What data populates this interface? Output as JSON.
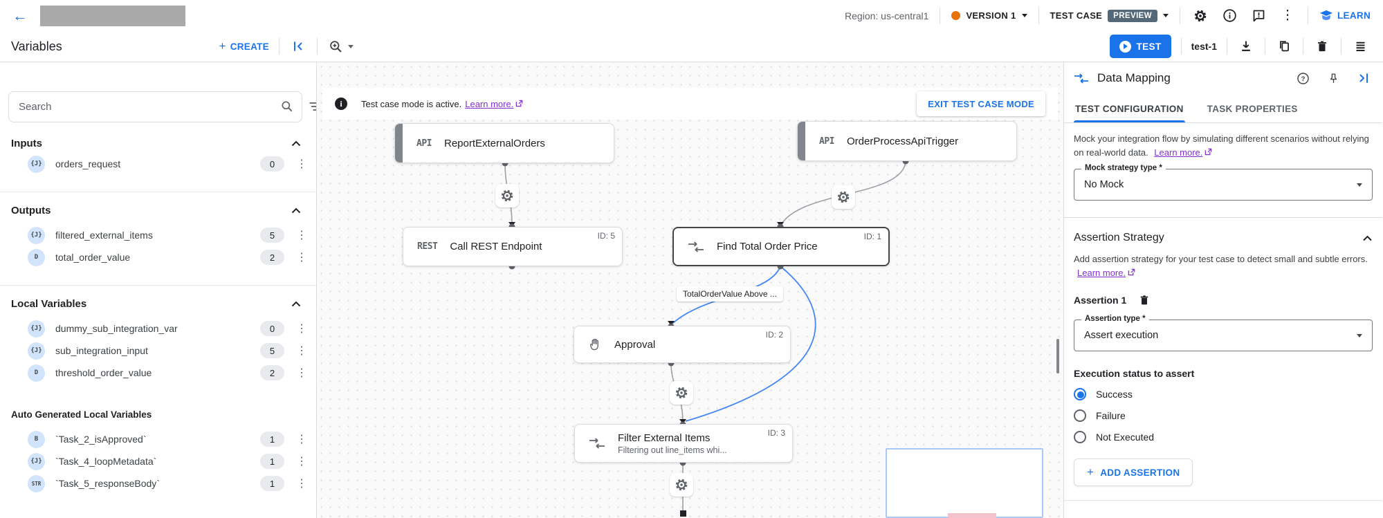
{
  "colors": {
    "accent": "#1a73e8",
    "link_purple": "#8430ce",
    "preview_badge_bg": "#546878",
    "version_dot": "#e8710a"
  },
  "topbar": {
    "region": "Region: us-central1",
    "version": "VERSION 1",
    "test_case": "TEST CASE",
    "preview": "PREVIEW",
    "learn": "LEARN"
  },
  "toolbar": {
    "title": "Variables",
    "create": "CREATE",
    "test": "TEST",
    "test_name": "test-1"
  },
  "sidebar": {
    "search_placeholder": "Search",
    "sections": [
      {
        "title": "Inputs",
        "items": [
          {
            "icon": "{J}",
            "name": "orders_request",
            "count": "0"
          }
        ]
      },
      {
        "title": "Outputs",
        "items": [
          {
            "icon": "{J}",
            "name": "filtered_external_items",
            "count": "5"
          },
          {
            "icon": "D",
            "name": "total_order_value",
            "count": "2"
          }
        ]
      },
      {
        "title": "Local Variables",
        "items": [
          {
            "icon": "{J}",
            "name": "dummy_sub_integration_var",
            "count": "0"
          },
          {
            "icon": "{J}",
            "name": "sub_integration_input",
            "count": "5"
          },
          {
            "icon": "D",
            "name": "threshold_order_value",
            "count": "2"
          }
        ]
      },
      {
        "title": "Auto Generated Local Variables",
        "items": [
          {
            "icon": "B",
            "name": "`Task_2_isApproved`",
            "count": "1"
          },
          {
            "icon": "{J}",
            "name": "`Task_4_loopMetadata`",
            "count": "1"
          },
          {
            "icon": "STR",
            "name": "`Task_5_responseBody`",
            "count": "1"
          }
        ]
      }
    ]
  },
  "canvas": {
    "banner": {
      "message": "Test case mode is active.",
      "link": "Learn more.",
      "exit": "EXIT TEST CASE MODE"
    },
    "nodes": {
      "trigger1": {
        "badge": "API",
        "title": "ReportExternalOrders"
      },
      "trigger2": {
        "badge": "API",
        "title": "OrderProcessApiTrigger"
      },
      "rest": {
        "badge": "REST",
        "title": "Call REST Endpoint",
        "id": "ID: 5"
      },
      "mapping": {
        "title": "Find Total Order Price",
        "id": "ID: 1"
      },
      "approval": {
        "title": "Approval",
        "id": "ID: 2"
      },
      "filter": {
        "title": "Filter External Items",
        "subtitle": "Filtering out line_items whi...",
        "id": "ID: 3"
      }
    },
    "edge_label": "TotalOrderValue Above ..."
  },
  "panel": {
    "title": "Data Mapping",
    "tabs": {
      "active": "TEST CONFIGURATION",
      "inactive": "TASK PROPERTIES"
    },
    "mock": {
      "text": "Mock your integration flow by simulating different scenarios without relying on real-world data.",
      "link": "Learn more.",
      "label": "Mock strategy type *",
      "value": "No Mock"
    },
    "assertion": {
      "heading": "Assertion Strategy",
      "text": "Add assertion strategy for your test case to detect small and subtle errors.",
      "link": "Learn more.",
      "item_label": "Assertion 1",
      "type_label": "Assertion type *",
      "type_value": "Assert execution",
      "status_label": "Execution status to assert",
      "options": [
        {
          "label": "Success",
          "selected": true
        },
        {
          "label": "Failure",
          "selected": false
        },
        {
          "label": "Not Executed",
          "selected": false
        }
      ],
      "add": "ADD ASSERTION"
    }
  }
}
